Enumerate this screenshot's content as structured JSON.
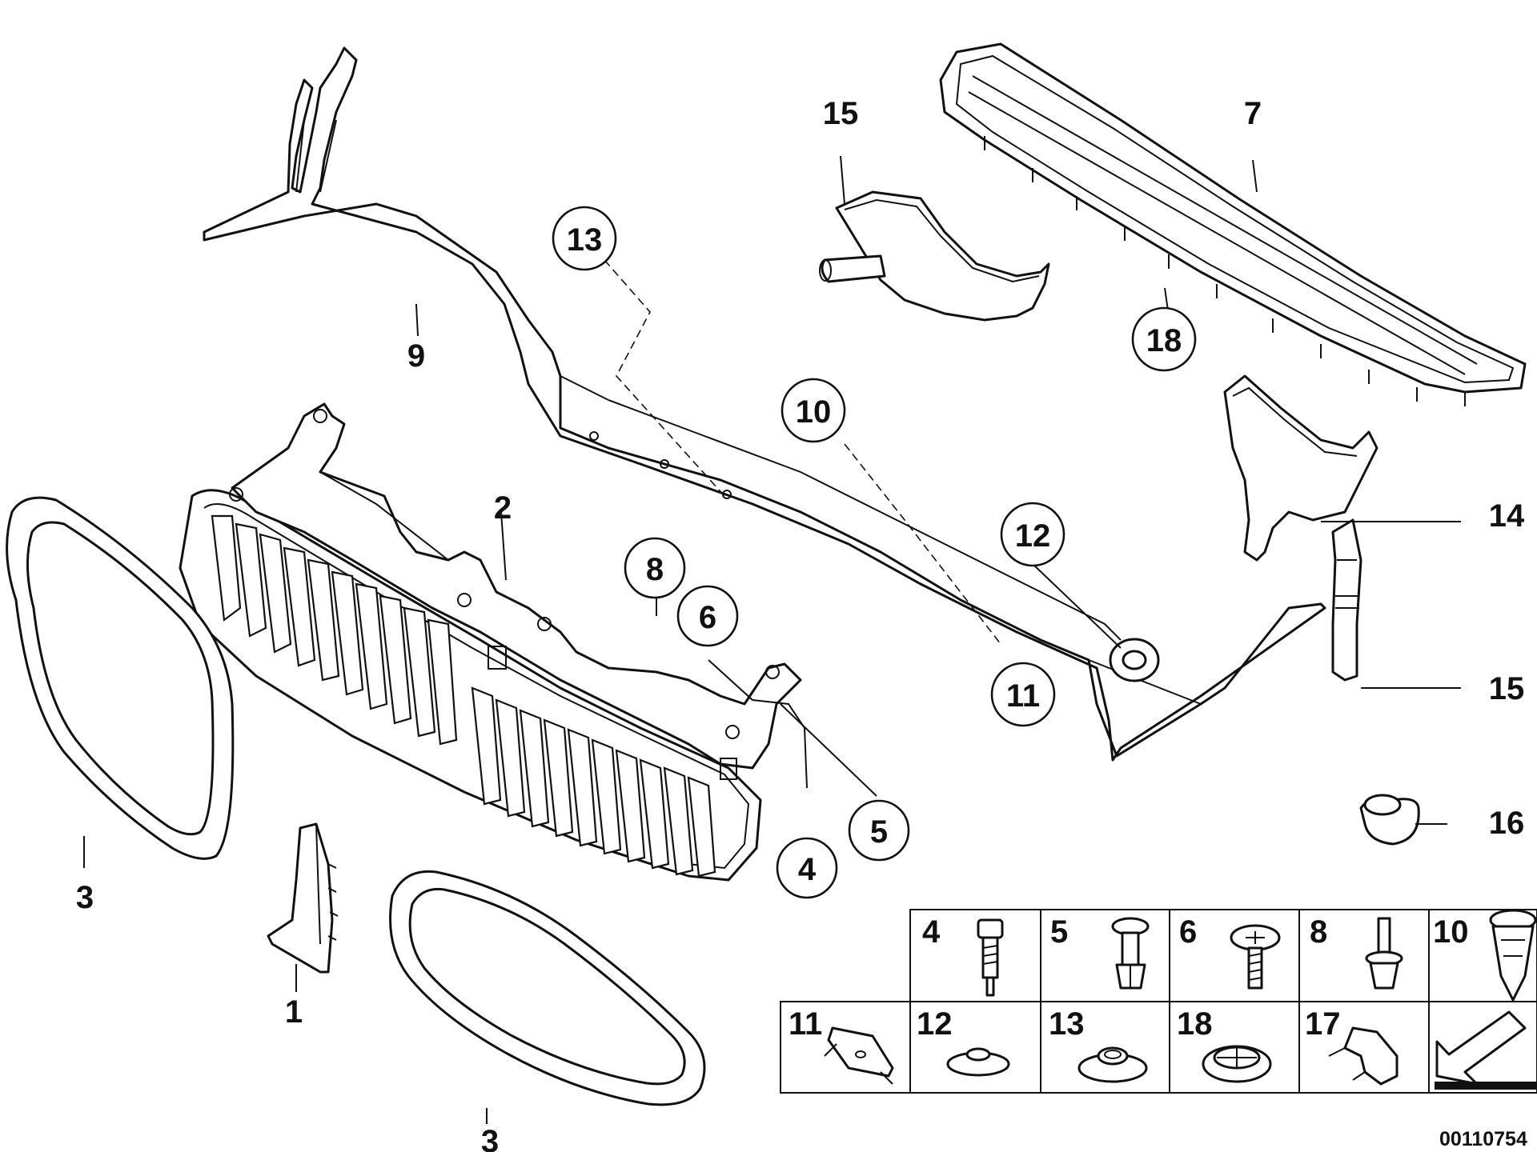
{
  "diagram": {
    "callouts": [
      {
        "id": "c1",
        "label": "1"
      },
      {
        "id": "c2",
        "label": "2"
      },
      {
        "id": "c3a",
        "label": "3"
      },
      {
        "id": "c3b",
        "label": "3"
      },
      {
        "id": "c4",
        "label": "4"
      },
      {
        "id": "c5",
        "label": "5"
      },
      {
        "id": "c6",
        "label": "6"
      },
      {
        "id": "c7",
        "label": "7"
      },
      {
        "id": "c8",
        "label": "8"
      },
      {
        "id": "c9",
        "label": "9"
      },
      {
        "id": "c10",
        "label": "10"
      },
      {
        "id": "c11",
        "label": "11"
      },
      {
        "id": "c12",
        "label": "12"
      },
      {
        "id": "c13",
        "label": "13"
      },
      {
        "id": "c14",
        "label": "14"
      },
      {
        "id": "c15a",
        "label": "15"
      },
      {
        "id": "c15b",
        "label": "15"
      },
      {
        "id": "c16",
        "label": "16"
      },
      {
        "id": "c18",
        "label": "18"
      }
    ],
    "hardware_table": {
      "row1": [
        "4",
        "5",
        "6",
        "8",
        "10"
      ],
      "row2": [
        "11",
        "12",
        "13",
        "18",
        "17"
      ]
    },
    "reference_number": "00110754"
  }
}
